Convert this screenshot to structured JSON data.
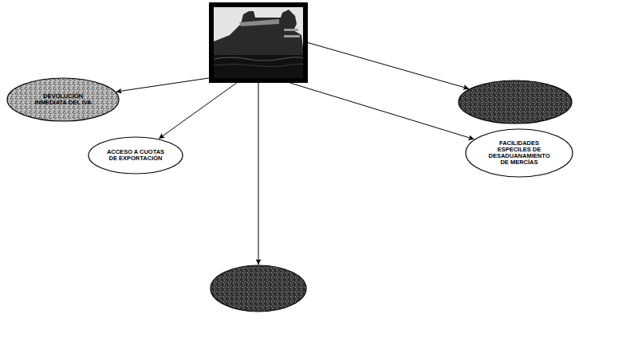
{
  "diagram": {
    "nodes": [
      {
        "text": []
      },
      {
        "text": [
          "DEVOLUCIÓN INMEDIATA DEL IVA"
        ]
      },
      {
        "text": []
      },
      {
        "text": [
          "ACCESO A CUOTAS DE EXPORTACIÓN"
        ]
      },
      {
        "text": [
          "FACILIDADES ESPECILES DE DESADUANAMIENTO DE MERCÍAS"
        ]
      },
      {
        "text": []
      }
    ],
    "edges": [
      {
        "from": 0,
        "to": 1,
        "arrow": "to"
      },
      {
        "from": 0,
        "to": 3,
        "arrow": "to"
      },
      {
        "from": 0,
        "to": 5,
        "arrow": "to"
      },
      {
        "from": 0,
        "to": 4,
        "arrow": "to"
      },
      {
        "from": 0,
        "to": 2,
        "arrow": "to"
      }
    ]
  }
}
